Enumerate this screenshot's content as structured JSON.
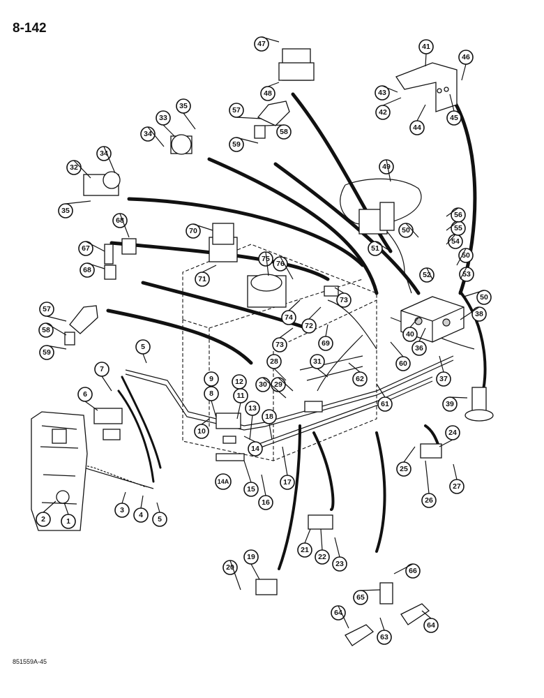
{
  "page": {
    "title": "8-142",
    "code": "851559A-45"
  },
  "callouts": [
    "1",
    "2",
    "3",
    "4",
    "5",
    "6",
    "7",
    "8",
    "9",
    "10",
    "11",
    "12",
    "13",
    "14",
    "14A",
    "15",
    "16",
    "17",
    "18",
    "19",
    "20",
    "21",
    "22",
    "23",
    "24",
    "25",
    "26",
    "27",
    "28",
    "29",
    "30",
    "31",
    "32",
    "33",
    "34",
    "35",
    "36",
    "37",
    "38",
    "39",
    "40",
    "41",
    "42",
    "43",
    "44",
    "45",
    "46",
    "47",
    "48",
    "49",
    "50",
    "51",
    "52",
    "53",
    "54",
    "55",
    "56",
    "57",
    "58",
    "59",
    "60",
    "61",
    "62",
    "63",
    "64",
    "65",
    "66",
    "67",
    "68",
    "69",
    "70",
    "71",
    "72",
    "73",
    "74",
    "75",
    "76"
  ]
}
